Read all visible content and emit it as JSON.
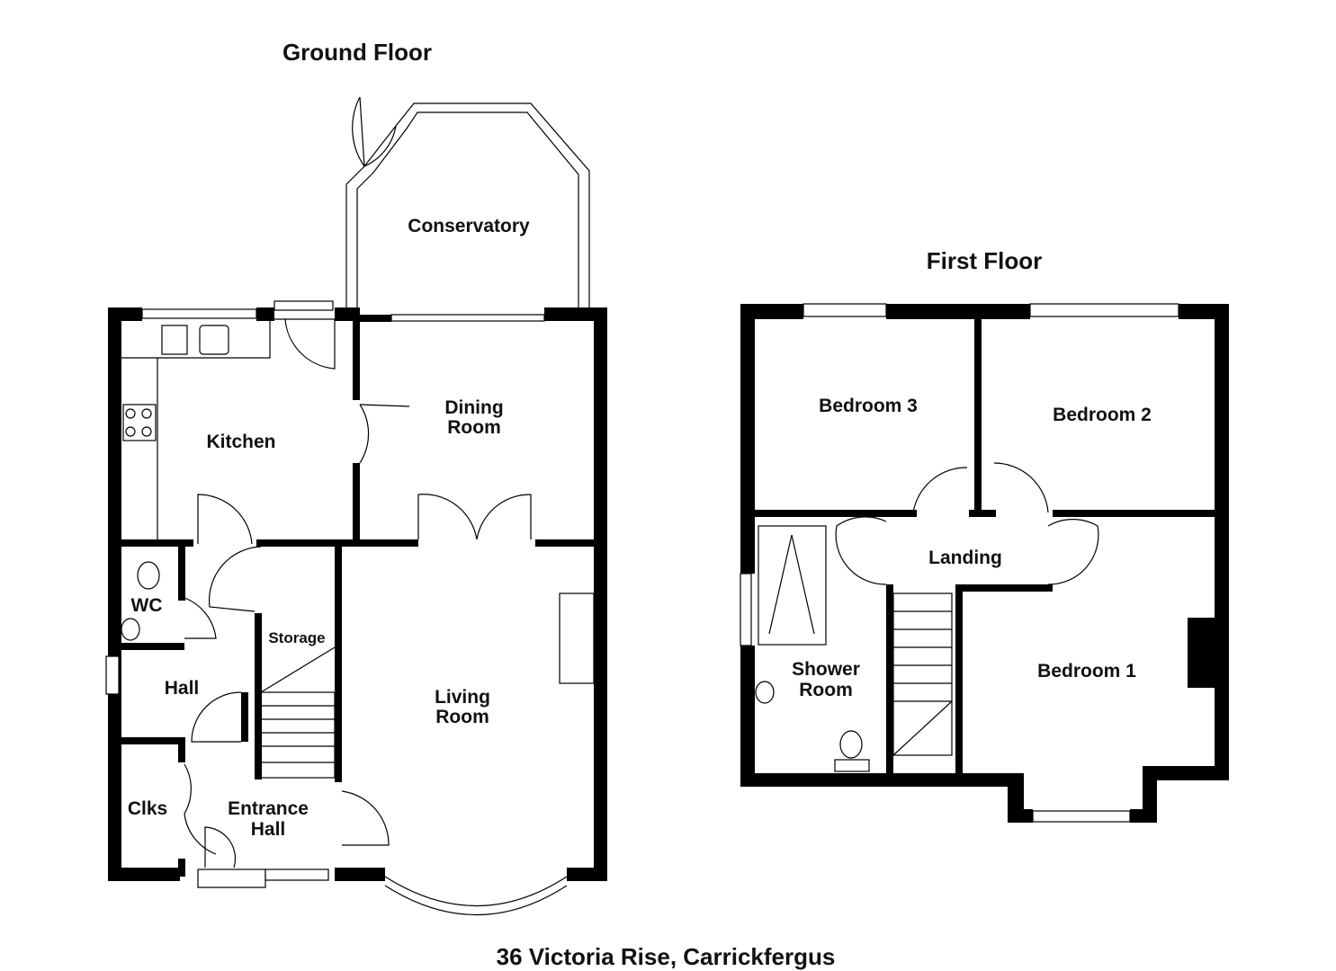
{
  "titles": {
    "ground_floor": "Ground Floor",
    "first_floor": "First Floor",
    "address": "36 Victoria Rise, Carrickfergus"
  },
  "ground_rooms": {
    "conservatory": "Conservatory",
    "kitchen": "Kitchen",
    "dining_1": "Dining",
    "dining_2": "Room",
    "wc": "WC",
    "storage": "Storage",
    "hall": "Hall",
    "living_1": "Living",
    "living_2": "Room",
    "clks": "Clks",
    "entrance_1": "Entrance",
    "entrance_2": "Hall"
  },
  "first_rooms": {
    "bedroom3": "Bedroom 3",
    "bedroom2": "Bedroom 2",
    "landing": "Landing",
    "shower_1": "Shower",
    "shower_2": "Room",
    "bedroom1": "Bedroom 1"
  }
}
